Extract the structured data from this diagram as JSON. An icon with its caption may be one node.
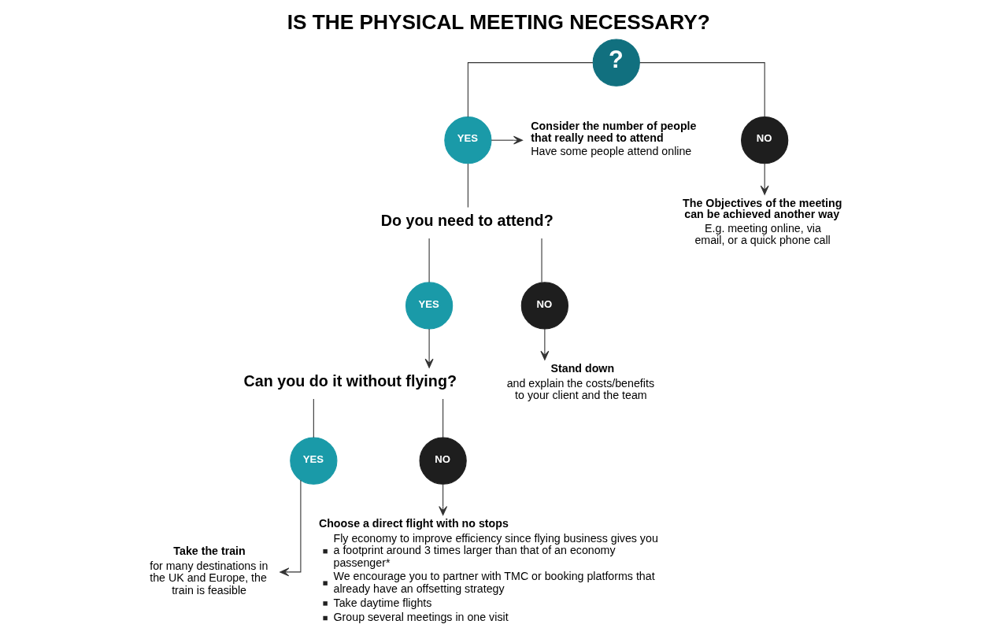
{
  "diagram": {
    "title": "IS THE PHYSICAL MEETING NECESSARY?",
    "nodes": [
      {
        "text": [
          "?"
        ]
      },
      {
        "text": [
          "YES"
        ]
      },
      {
        "text": [
          "NO"
        ]
      },
      {
        "text": [
          "Consider the number of people that really need to attend",
          "Have some people attend online"
        ]
      },
      {
        "text": [
          "Do you need to attend?"
        ]
      },
      {
        "text": [
          "The Objectives of the meeting can be achieved another way",
          "E.g. meeting online, via email, or a quick phone call"
        ]
      },
      {
        "text": [
          "YES"
        ]
      },
      {
        "text": [
          "NO"
        ]
      },
      {
        "text": [
          "Can you do it without flying?"
        ]
      },
      {
        "text": [
          "Stand down",
          "and explain the costs/benefits to your client and the team"
        ]
      },
      {
        "text": [
          "YES"
        ]
      },
      {
        "text": [
          "NO"
        ]
      },
      {
        "text": [
          "Take the train",
          "for many destinations in the UK and Europe, the train is feasible"
        ]
      },
      {
        "text": [
          "Choose a direct flight with no stops",
          "Fly economy to improve efficiency since flying business gives you a footprint around 3 times larger than that of an economy passenger*",
          "We encourage you to partner with TMC or booking platforms that already have an offsetting strategy",
          "Take daytime flights",
          "Group several meetings in one visit"
        ]
      }
    ],
    "edges": [
      {
        "from": 0,
        "to": 1,
        "arrow": "none"
      },
      {
        "from": 0,
        "to": 2,
        "arrow": "none"
      },
      {
        "from": 1,
        "to": 3,
        "arrow": "to"
      },
      {
        "from": 1,
        "to": 4,
        "arrow": "none"
      },
      {
        "from": 2,
        "to": 5,
        "arrow": "to"
      },
      {
        "from": 4,
        "to": 6,
        "arrow": "none"
      },
      {
        "from": 4,
        "to": 7,
        "arrow": "none"
      },
      {
        "from": 6,
        "to": 8,
        "arrow": "to"
      },
      {
        "from": 7,
        "to": 9,
        "arrow": "to"
      },
      {
        "from": 8,
        "to": 10,
        "arrow": "none"
      },
      {
        "from": 8,
        "to": 11,
        "arrow": "none"
      },
      {
        "from": 10,
        "to": 12,
        "arrow": "to"
      },
      {
        "from": 11,
        "to": 13,
        "arrow": "to"
      }
    ]
  }
}
